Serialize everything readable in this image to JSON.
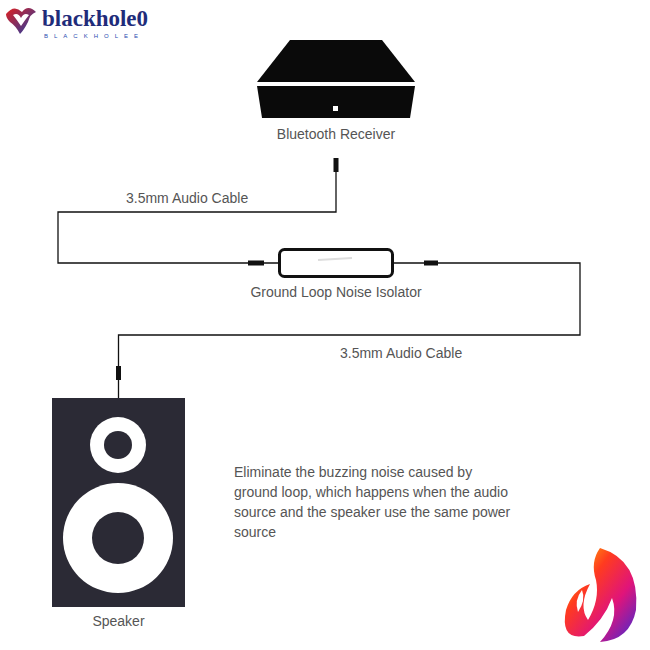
{
  "diagram": {
    "nodes": [
      {
        "text": [
          "Bluetooth Receiver"
        ]
      },
      {
        "text": [
          "Ground Loop Noise Isolator"
        ]
      },
      {
        "text": [
          "Speaker"
        ]
      }
    ],
    "edges": [
      {
        "from": 0,
        "to": 1,
        "arrow": "none",
        "label": "3.5mm Audio Cable"
      },
      {
        "from": 1,
        "to": 2,
        "arrow": "none",
        "label": "3.5mm Audio Cable"
      }
    ],
    "labels": [
      "blackhole0",
      "BLACKHOLEE",
      "Eliminate the buzzing noise caused by ground loop, which happens when the audio source and the speaker use the same power source"
    ]
  }
}
